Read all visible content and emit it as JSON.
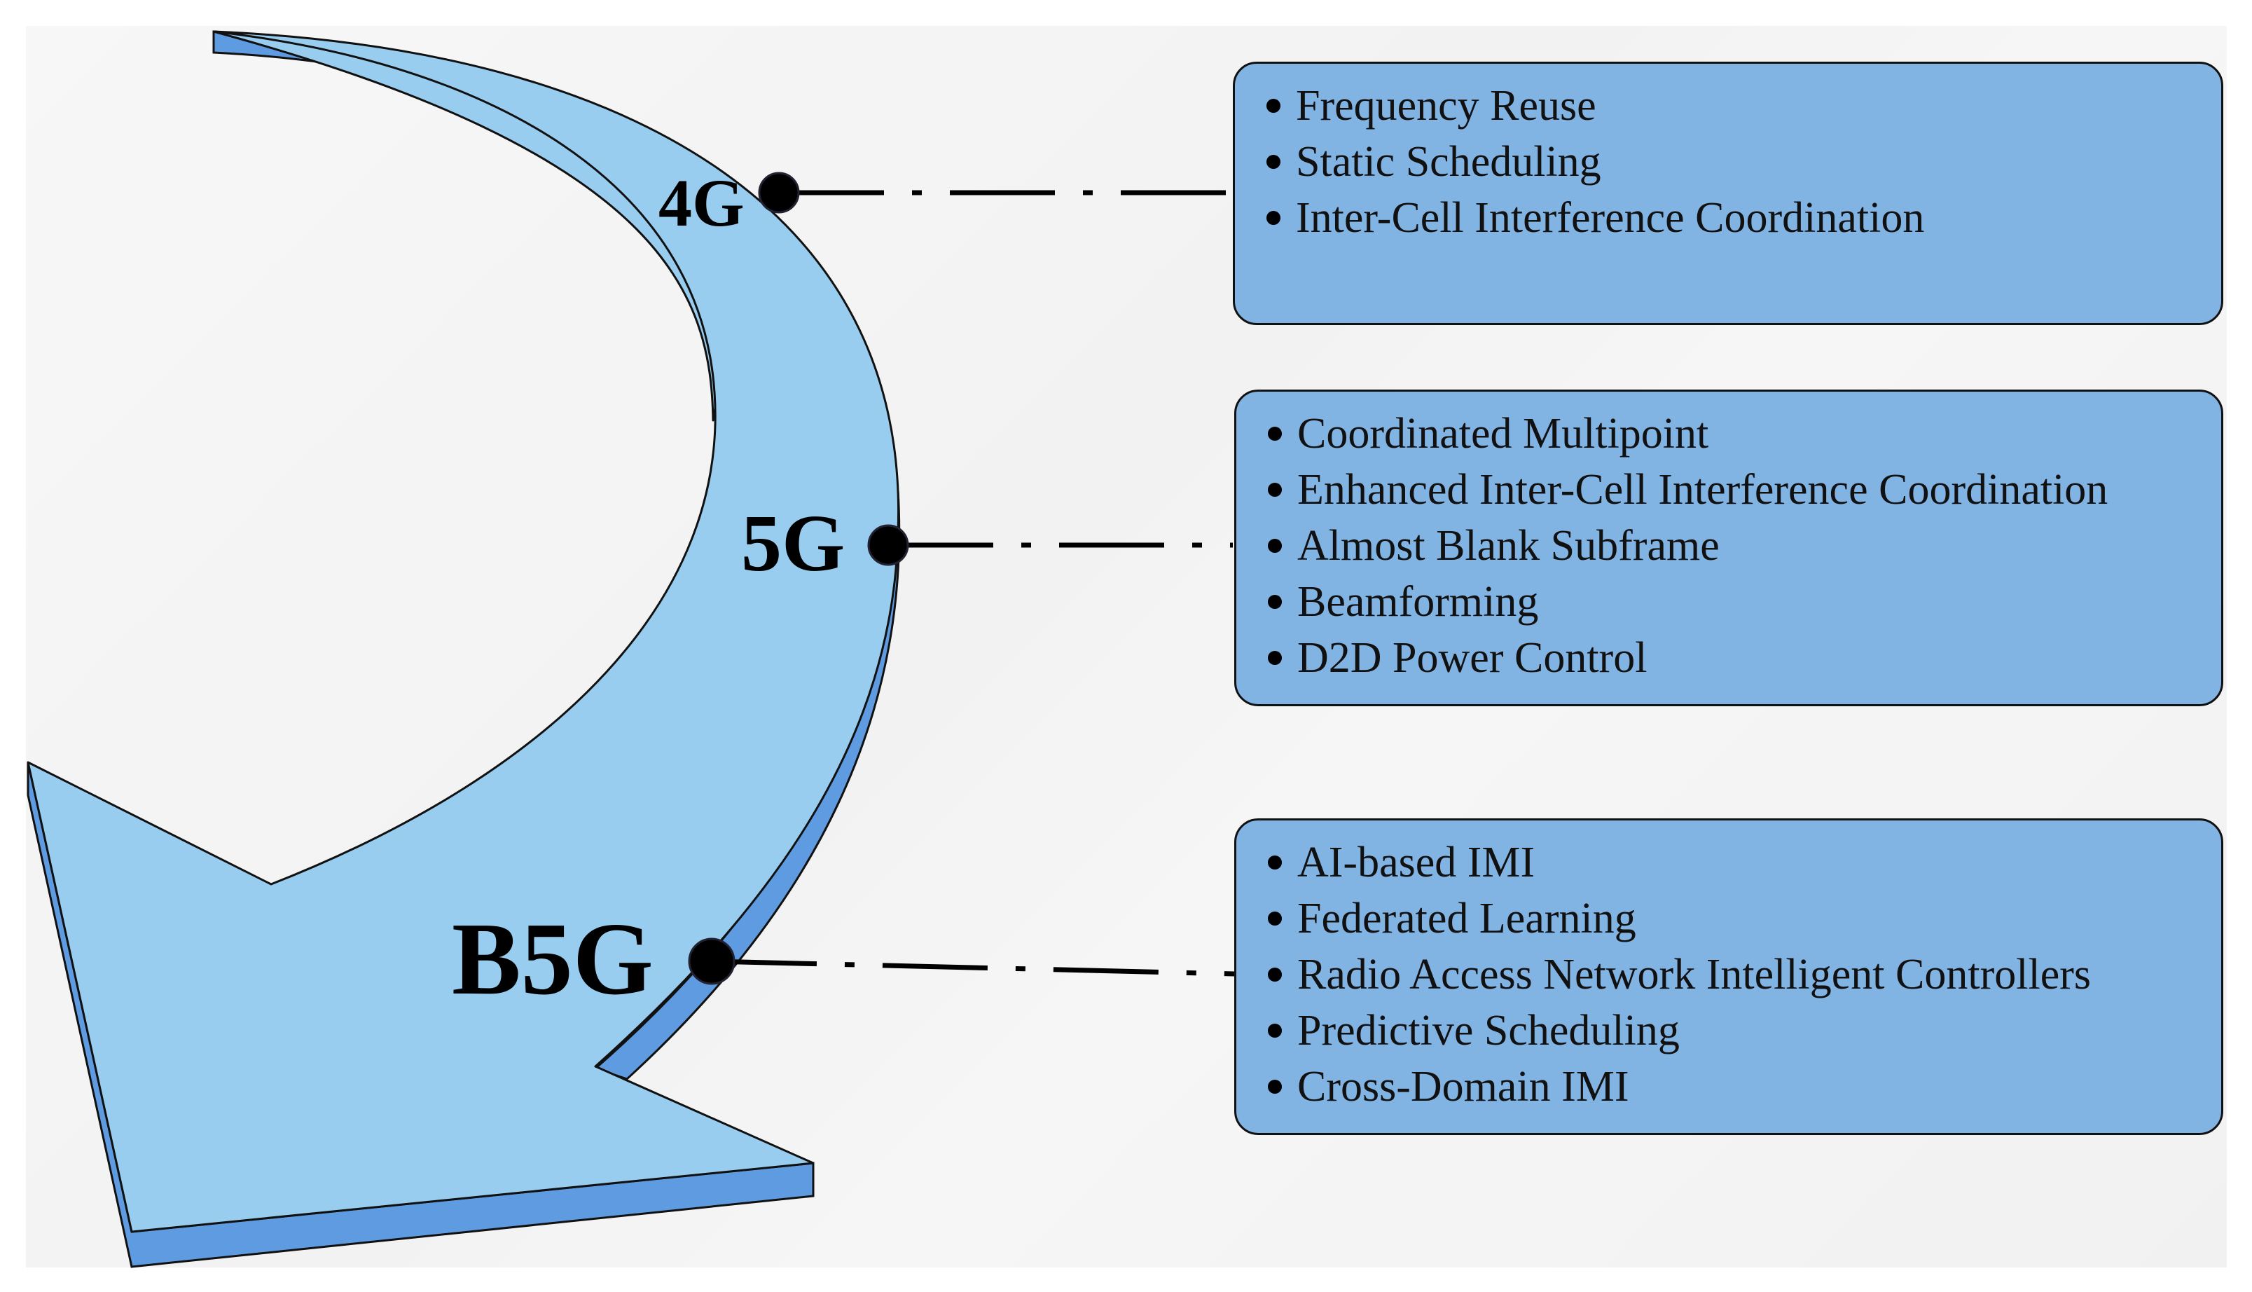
{
  "generations": [
    {
      "id": "4g",
      "label": "4G",
      "techniques": [
        "Frequency Reuse",
        "Static Scheduling",
        "Inter-Cell Interference Coordination"
      ]
    },
    {
      "id": "5g",
      "label": "5G",
      "techniques": [
        "Coordinated Multipoint",
        "Enhanced Inter-Cell Interference Coordination",
        "Almost Blank Subframe",
        "Beamforming",
        "D2D Power Control"
      ]
    },
    {
      "id": "b5g",
      "label": "B5G",
      "techniques": [
        "AI-based IMI",
        "Federated Learning",
        "Radio Access Network Intelligent Controllers",
        "Predictive Scheduling",
        "Cross-Domain IMI"
      ]
    }
  ],
  "colors": {
    "arrow_face": "#98cdef",
    "arrow_side": "#5f9be0",
    "box_fill": "#81b3e3",
    "outline": "#111111"
  }
}
